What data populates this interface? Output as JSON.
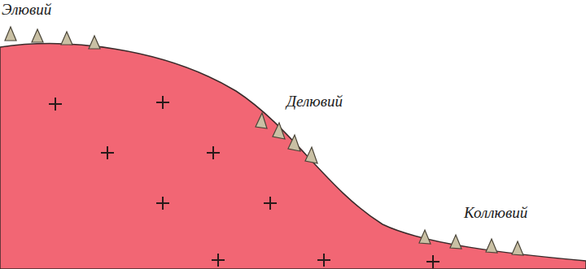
{
  "diagram": {
    "labels": [
      "Элювий",
      "Делювий",
      "Коллювий"
    ]
  }
}
